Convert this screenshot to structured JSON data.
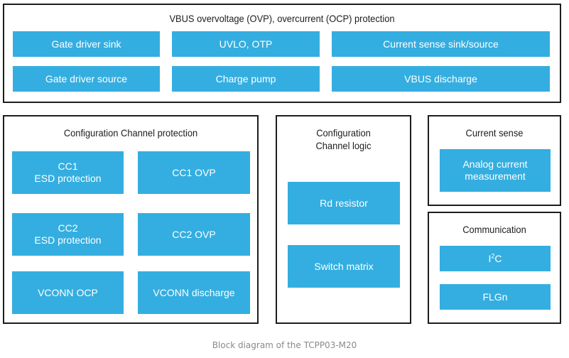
{
  "vbus": {
    "title": "VBUS overvoltage (OVP), overcurrent (OCP) protection",
    "blocks": [
      "Gate driver sink",
      "UVLO, OTP",
      "Current sense sink/source",
      "Gate driver source",
      "Charge pump",
      "VBUS discharge"
    ]
  },
  "cc_protection": {
    "title": "Configuration Channel protection",
    "blocks": [
      "CC1\nESD protection",
      "CC1 OVP",
      "CC2\nESD protection",
      "CC2 OVP",
      "VCONN OCP",
      "VCONN discharge"
    ]
  },
  "cc_logic": {
    "title": "Configuration\nChannel logic",
    "blocks": [
      "Rd resistor",
      "Switch matrix"
    ]
  },
  "current_sense": {
    "title": "Current sense",
    "blocks": [
      "Analog current\nmeasurement"
    ]
  },
  "communication": {
    "title": "Communication",
    "i2c_base": "I",
    "i2c_sup": "2",
    "i2c_tail": "C",
    "flgn": "FLGn"
  },
  "caption": "Block diagram of the TCPP03-M20",
  "colors": {
    "block": "#34aee0",
    "border": "#1d1d1b",
    "caption": "#8a8a8a"
  }
}
